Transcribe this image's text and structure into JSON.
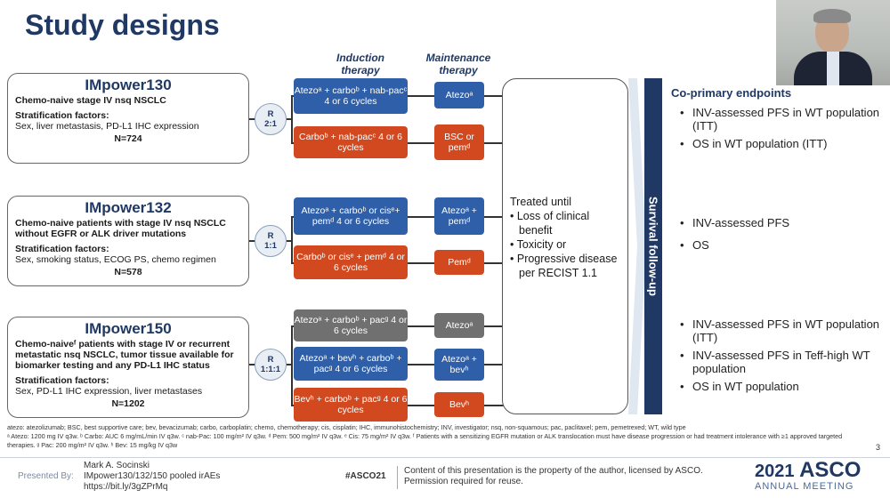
{
  "title": "Study designs",
  "columns": {
    "induction": "Induction therapy",
    "maintenance": "Maintenance therapy"
  },
  "studies": [
    {
      "name": "IMpower130",
      "desc": "Chemo-naive stage IV nsq NSCLC",
      "sf_heading": "Stratification factors:",
      "sf": "Sex, liver metastasis, PD-L1 IHC expression",
      "n": "N=724",
      "ratio_r": "R",
      "ratio": "2:1",
      "induction": [
        "Atezoᵃ + carboᵇ + nab-pacᶜ 4 or 6 cycles",
        "Carboᵇ + nab-pacᶜ 4 or 6 cycles"
      ],
      "maintenance": [
        "Atezoᵃ",
        "BSC or pemᵈ"
      ]
    },
    {
      "name": "IMpower132",
      "desc": "Chemo-naive patients with stage IV nsq NSCLC without EGFR or ALK driver mutations",
      "sf_heading": "Stratification factors:",
      "sf": "Sex, smoking status, ECOG PS, chemo regimen",
      "n": "N=578",
      "ratio_r": "R",
      "ratio": "1:1",
      "induction": [
        "Atezoᵃ + carboᵇ or cisᵉ+ pemᵈ 4 or 6 cycles",
        "Carboᵇ or cisᵉ + pemᵈ 4 or 6 cycles"
      ],
      "maintenance": [
        "Atezoᵃ + pemᵈ",
        "Pemᵈ"
      ]
    },
    {
      "name": "IMpower150",
      "desc": "Chemo-naiveᶠ patients with stage IV or recurrent metastatic nsq NSCLC, tumor tissue available for biomarker testing and any PD-L1 IHC status",
      "sf_heading": "Stratification factors:",
      "sf": "Sex, PD-L1 IHC expression, liver metastases",
      "n": "N=1202",
      "ratio_r": "R",
      "ratio": "1:1:1",
      "induction": [
        "Atezoᵃ + carboᵇ + pacᵍ 4 or 6 cycles",
        "Atezoᵃ + bevʰ + carboᵇ + pacᵍ 4 or 6 cycles",
        "Bevʰ + carboᵇ + pacᵍ 4 or 6 cycles"
      ],
      "maintenance": [
        "Atezoᵃ",
        "Atezoᵃ + bevʰ",
        "Bevʰ"
      ]
    }
  ],
  "treated": {
    "heading": "Treated until",
    "items": [
      "Loss of clinical benefit",
      "Toxicity or",
      "Progressive disease per RECIST 1.1"
    ]
  },
  "survival_label": "Survival follow-up",
  "endpoints": {
    "heading": "Co-primary endpoints",
    "groups": [
      [
        "INV-assessed PFS in WT population (ITT)",
        "OS in WT population (ITT)"
      ],
      [
        "INV-assessed PFS",
        "OS"
      ],
      [
        "INV-assessed PFS in WT population (ITT)",
        "INV-assessed PFS in Teff-high WT population",
        "OS in WT population"
      ]
    ]
  },
  "footnote1": "atezo: atezolizumab; BSC, best supportive care; bev, bevacizumab; carbo, carboplatin; chemo, chemotherapy; cis, cisplatin; IHC, immunohistochemistry; INV, investigator; nsq, non-squamous; pac, paclitaxel; pem, pemetrexed; WT, wild type",
  "footnote2": "ᵃ Atezo: 1200 mg IV q3w. ᵇ Carbo: AUC 6 mg/mL/min IV q3w. ᶜ nab-Pac: 100 mg/m² IV q3w. ᵈ Pem: 500 mg/m² IV q3w. ᵉ Cis: 75 mg/m² IV q3w. ᶠ Patients with a sensitizing EGFR mutation or ALK translocation must have disease progression or had treatment intolerance with ≥1 approved targeted therapies. ᵍ Pac: 200 mg/m² IV q3w. ʰ Bev: 15 mg/kg IV q3w",
  "page_number": "3",
  "presented_by_label": "Presented By:",
  "presenter": [
    "Mark A. Socinski",
    "IMpower130/132/150 pooled irAEs",
    "https://bit.ly/3gZPrMq"
  ],
  "hashtag": "#ASCO21",
  "copyright": [
    "Content of this presentation is the property of the author, licensed by ASCO.",
    "Permission required for reuse."
  ],
  "asco": {
    "year": "2021",
    "name": "ASCO",
    "meeting": "ANNUAL MEETING"
  },
  "colors": {
    "navy": "#1f3864",
    "blue": "#2e5fa8",
    "orange": "#d2491f",
    "grey": "#707070"
  }
}
